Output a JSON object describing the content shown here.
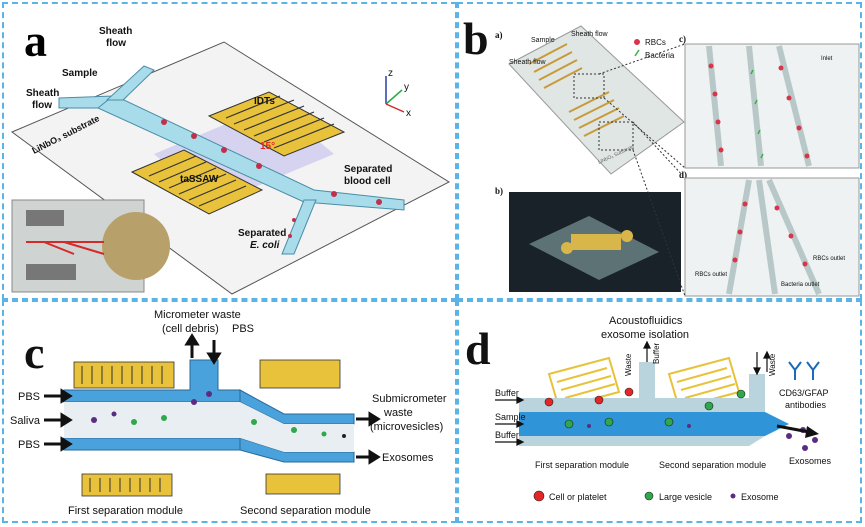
{
  "panels": {
    "a": {
      "label": "a",
      "sheath_flow_top": "Sheath\nflow",
      "sample": "Sample",
      "sheath_flow_left": "Sheath\nflow",
      "substrate": "LiNbO₃ substrate",
      "idts": "IDTs",
      "angle": "15°",
      "tassaw": "taSSAW",
      "separated_blood_cell": "Separated\nblood cell",
      "separated_ecoli_1": "Separated",
      "separated_ecoli_2": "E. coli",
      "axis_z": "z",
      "axis_y": "y",
      "axis_x": "x"
    },
    "b": {
      "label": "b",
      "sub_a": "a)",
      "sub_b": "b)",
      "sub_c": "c)",
      "sub_d": "d)",
      "sample": "Sample",
      "sheath_flow_top": "Sheath flow",
      "sheath_flow_left": "Sheath flow",
      "legend_rbcs": "RBCs",
      "legend_bacteria": "Bacteria",
      "inlet": "Inlet",
      "rbcs_outlet_left": "RBCs outlet",
      "rbcs_outlet_right": "RBCs outlet",
      "bacteria_outlet": "Bacteria outlet",
      "substrate_small": "LiNbO₃ Substrate"
    },
    "c": {
      "label": "c",
      "micrometer_waste": "Micrometer waste\n(cell debris)",
      "pbs_top": "PBS",
      "pbs_left1": "PBS",
      "saliva": "Saliva",
      "pbs_left2": "PBS",
      "submicrometer_waste": "Submicrometer\nwaste\n(microvesicles)",
      "exosomes": "Exosomes",
      "first_module": "First separation module",
      "second_module": "Second separation module"
    },
    "d": {
      "label": "d",
      "title": "Acoustofluidics\nexosome isolation",
      "buffer1": "Buffer",
      "sample": "Sample",
      "buffer2": "Buffer",
      "waste1": "Waste",
      "buffer_top": "Buffer",
      "waste2": "Waste",
      "antibodies": "CD63/GFAP\nantibodies",
      "exosomes": "Exosomes",
      "first_module": "First separation module",
      "second_module": "Second separation module",
      "legend_cell": "Cell or platelet",
      "legend_vesicle": "Large vesicle",
      "legend_exosome": "Exosome"
    }
  },
  "colors": {
    "border": "#5ab4e6",
    "channel": "#a8dcea",
    "channel_dark": "#3f9fd6",
    "gold": "#e8c23a",
    "red": "#e52626",
    "green": "#2ea84a",
    "purple": "#5a2d82"
  }
}
